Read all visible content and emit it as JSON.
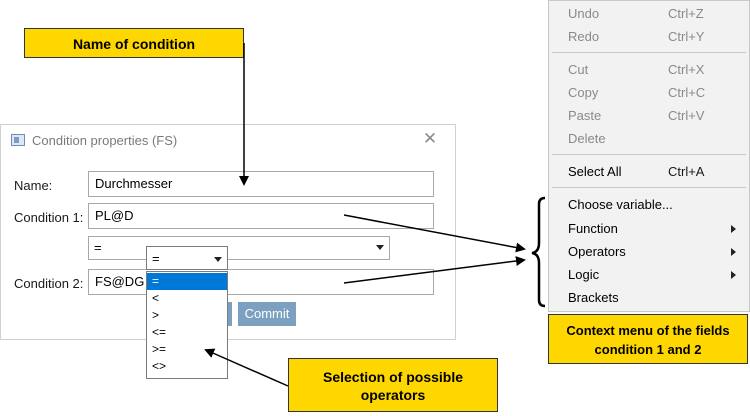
{
  "dialog": {
    "title": "Condition properties (FS)",
    "close_glyph": "✕",
    "name_label": "Name:",
    "name_value": "Durchmesser",
    "cond1_label": "Condition 1:",
    "cond1_value": "PL@D",
    "operator_value": "=",
    "cond2_label": "Condition 2:",
    "cond2_value": "FS@DG",
    "commit_label": "Commit"
  },
  "operator_dropdown": {
    "selected": "=",
    "options": [
      "=",
      "<",
      ">",
      "<=",
      ">=",
      "<>"
    ]
  },
  "context_menu": {
    "items": [
      {
        "label": "Undo",
        "shortcut": "Ctrl+Z",
        "enabled": false
      },
      {
        "label": "Redo",
        "shortcut": "Ctrl+Y",
        "enabled": false
      },
      {
        "label": "Cut",
        "shortcut": "Ctrl+X",
        "enabled": false
      },
      {
        "label": "Copy",
        "shortcut": "Ctrl+C",
        "enabled": false
      },
      {
        "label": "Paste",
        "shortcut": "Ctrl+V",
        "enabled": false
      },
      {
        "label": "Delete",
        "shortcut": "",
        "enabled": false
      },
      {
        "label": "Select All",
        "shortcut": "Ctrl+A",
        "enabled": true
      },
      {
        "label": "Choose variable...",
        "shortcut": "",
        "enabled": true
      },
      {
        "label": "Function",
        "shortcut": "",
        "enabled": true,
        "submenu": true
      },
      {
        "label": "Operators",
        "shortcut": "",
        "enabled": true,
        "submenu": true
      },
      {
        "label": "Logic",
        "shortcut": "",
        "enabled": true,
        "submenu": true
      },
      {
        "label": "Brackets",
        "shortcut": "",
        "enabled": true
      }
    ]
  },
  "callouts": {
    "name_of_condition": "Name of condition",
    "selection_line1": "Selection of possible",
    "selection_line2": "operators",
    "context_line1": "Context menu  of the fields",
    "context_line2": "condition 1 and 2"
  },
  "colors": {
    "callout_bg": "#ffd700",
    "selection_blue": "#0078d7",
    "commit_button": "#7ba0c0"
  }
}
